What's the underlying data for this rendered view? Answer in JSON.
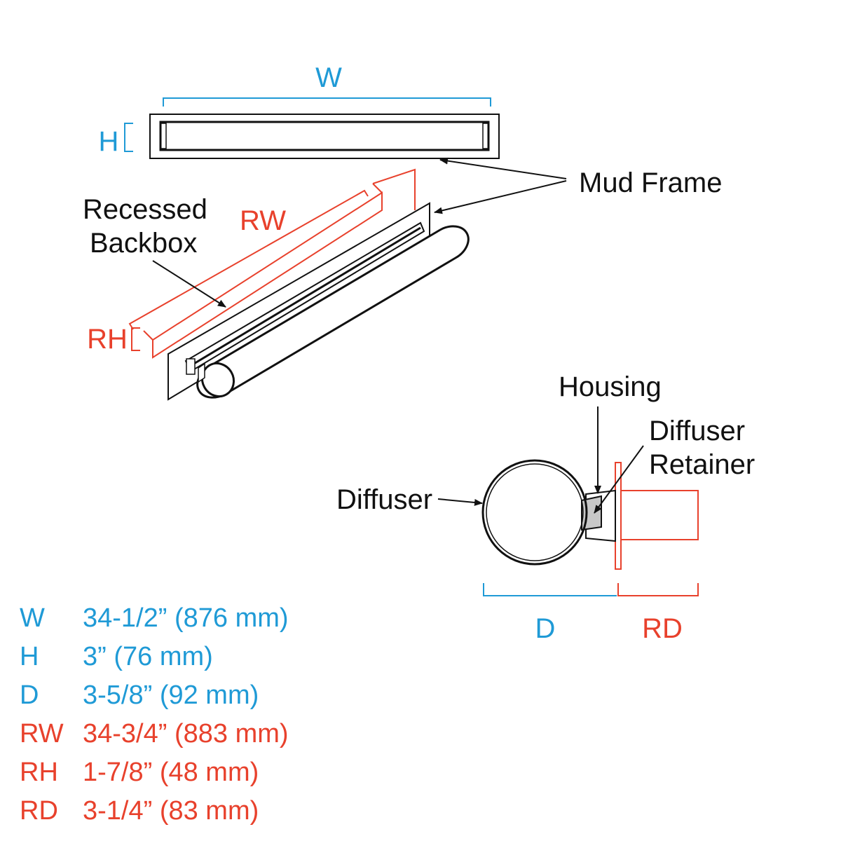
{
  "colors": {
    "dimension_blue": "#1f9ad6",
    "dimension_red": "#e8412c",
    "line_black": "#111111",
    "housing_gray": "#c8c8c8"
  },
  "views": {
    "front": {
      "dim_width_label": "W",
      "dim_height_label": "H"
    },
    "iso": {
      "dim_width_label": "RW",
      "dim_height_label": "RH"
    },
    "side": {
      "dim_depth_label": "D",
      "dim_recess_depth_label": "RD"
    }
  },
  "callouts": {
    "mud_frame": "Mud Frame",
    "recessed_backbox_line1": "Recessed",
    "recessed_backbox_line2": "Backbox",
    "housing": "Housing",
    "diffuser_retainer_line1": "Diffuser",
    "diffuser_retainer_line2": "Retainer",
    "diffuser": "Diffuser"
  },
  "specs": [
    {
      "key": "W",
      "value": "34-1/2” (876 mm)",
      "color": "blue"
    },
    {
      "key": "H",
      "value": "3” (76 mm)",
      "color": "blue"
    },
    {
      "key": "D",
      "value": "3-5/8” (92 mm)",
      "color": "blue"
    },
    {
      "key": "RW",
      "value": "34-3/4” (883 mm)",
      "color": "red"
    },
    {
      "key": "RH",
      "value": "1-7/8” (48 mm)",
      "color": "red"
    },
    {
      "key": "RD",
      "value": "3-1/4” (83 mm)",
      "color": "red"
    }
  ]
}
